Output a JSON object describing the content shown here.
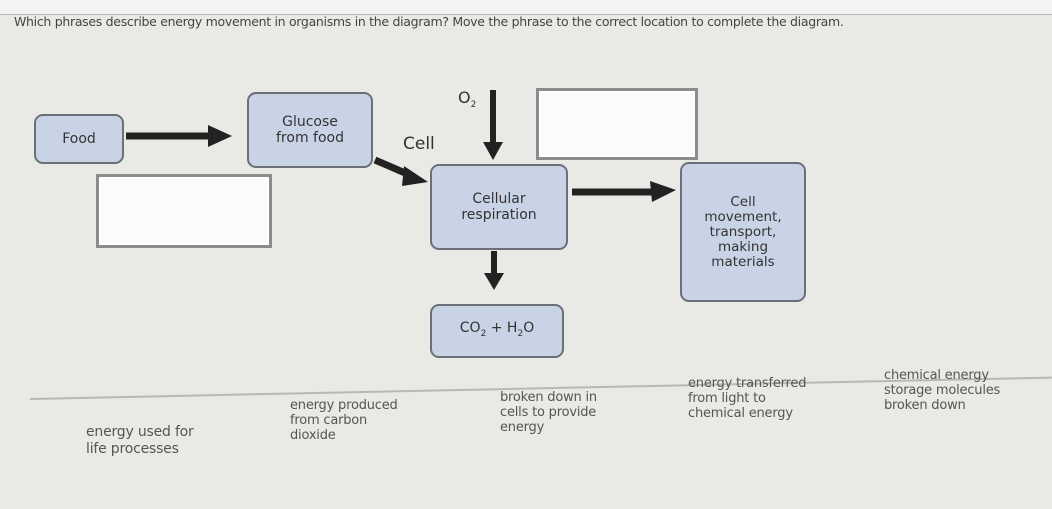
{
  "question": "Which phrases describe energy movement in organisms in the diagram? Move the phrase to the correct location to complete the diagram.",
  "diagram": {
    "food": "Food",
    "glucose": "Glucose\nfrom food",
    "cell_label": "Cell",
    "o2": "O",
    "o2_sub": "2",
    "cellular_respiration": "Cellular\nrespiration",
    "cell_movement": "Cell\nmovement,\ntransport,\nmaking\nmaterials",
    "co2_prefix": "CO",
    "co2_sub": "2",
    "co2_mid": " + H",
    "h2o_sub": "2",
    "h2o_suffix": "O"
  },
  "phrases": [
    "energy used for\nlife processes",
    "energy produced\nfrom carbon\ndioxide",
    "broken down in\ncells to provide\nenergy",
    "energy transferred\nfrom light to\nchemical energy",
    "chemical energy\nstorage molecules\nbroken down"
  ]
}
